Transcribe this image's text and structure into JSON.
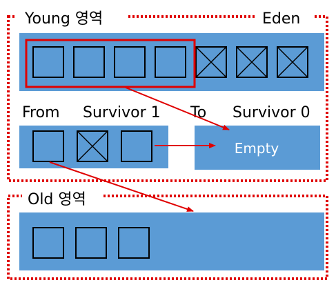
{
  "regions": {
    "young": {
      "label": "Young 영역",
      "corner_label": "Eden"
    },
    "old": {
      "label": "Old 영역"
    }
  },
  "survivor": {
    "from_label": "From",
    "from_name": "Survivor 1",
    "to_label": "To",
    "to_name": "Survivor 0",
    "empty_text": "Empty"
  },
  "blocks": {
    "eden": [
      "live",
      "live",
      "live",
      "live",
      "dead",
      "dead",
      "dead"
    ],
    "survivor_from": [
      "live",
      "dead",
      "live"
    ],
    "old": [
      "live",
      "live",
      "live"
    ]
  },
  "colors": {
    "memory_fill": "#5b9bd5",
    "dotted_border": "#e00000",
    "highlight_border": "#e00000",
    "arrow": "#e00000",
    "block_stroke": "#000000",
    "label_text": "#000000",
    "empty_text": "#ffffff"
  }
}
